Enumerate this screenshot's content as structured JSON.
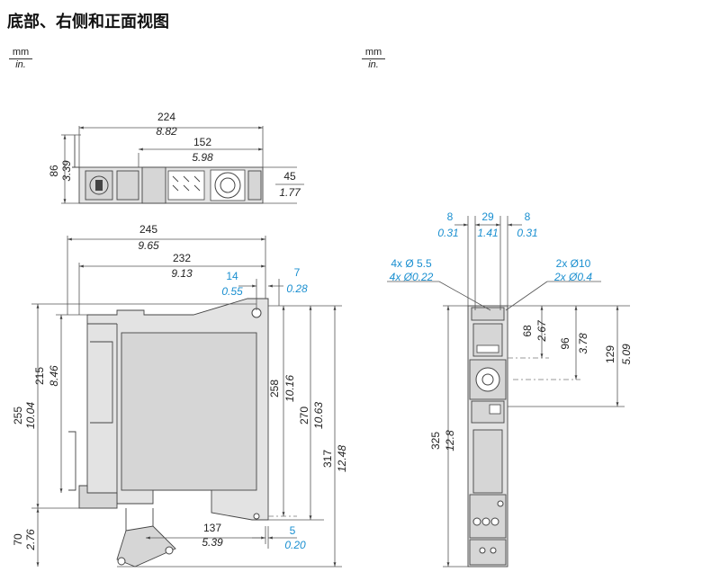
{
  "title": "底部、右侧和正面视图",
  "units": {
    "primary": "mm",
    "secondary": "in."
  },
  "bottom_view": {
    "width_overall": {
      "mm": "224",
      "in": "8.82"
    },
    "width_mid": {
      "mm": "152",
      "in": "5.98"
    },
    "height": {
      "mm": "86",
      "in": "3.39"
    },
    "depth_right": {
      "mm": "45",
      "in": "1.77"
    }
  },
  "side_view": {
    "depth_overall": {
      "mm": "245",
      "in": "9.65"
    },
    "depth_body": {
      "mm": "232",
      "in": "9.13"
    },
    "mount_offset": {
      "mm": "14",
      "in": "0.55"
    },
    "edge_offset": {
      "mm": "7",
      "in": "0.28"
    },
    "height_rail": {
      "mm": "215",
      "in": "8.46"
    },
    "height_total_left": {
      "mm": "255",
      "in": "10.04"
    },
    "height_mount": {
      "mm": "258",
      "in": "10.16"
    },
    "height_270": {
      "mm": "270",
      "in": "10.63"
    },
    "height_317": {
      "mm": "317",
      "in": "12.48"
    },
    "bottom_depth": {
      "mm": "137",
      "in": "5.39"
    },
    "bottom_offset": {
      "mm": "5",
      "in": "0.20"
    },
    "cable_height": {
      "mm": "70",
      "in": "2.76"
    }
  },
  "front_view": {
    "left_margin": {
      "mm": "8",
      "in": "0.31"
    },
    "center_width": {
      "mm": "29",
      "in": "1.41"
    },
    "right_margin": {
      "mm": "8",
      "in": "0.31"
    },
    "holes_small": {
      "mm": "4x Ø 5.5",
      "in": "4x Ø0.22"
    },
    "holes_large": {
      "mm": "2x Ø10",
      "in": "2x Ø0.4"
    },
    "h68": {
      "mm": "68",
      "in": "2.67"
    },
    "h96": {
      "mm": "96",
      "in": "3.78"
    },
    "h129": {
      "mm": "129",
      "in": "5.09"
    },
    "h325": {
      "mm": "325",
      "in": "12.8"
    }
  }
}
